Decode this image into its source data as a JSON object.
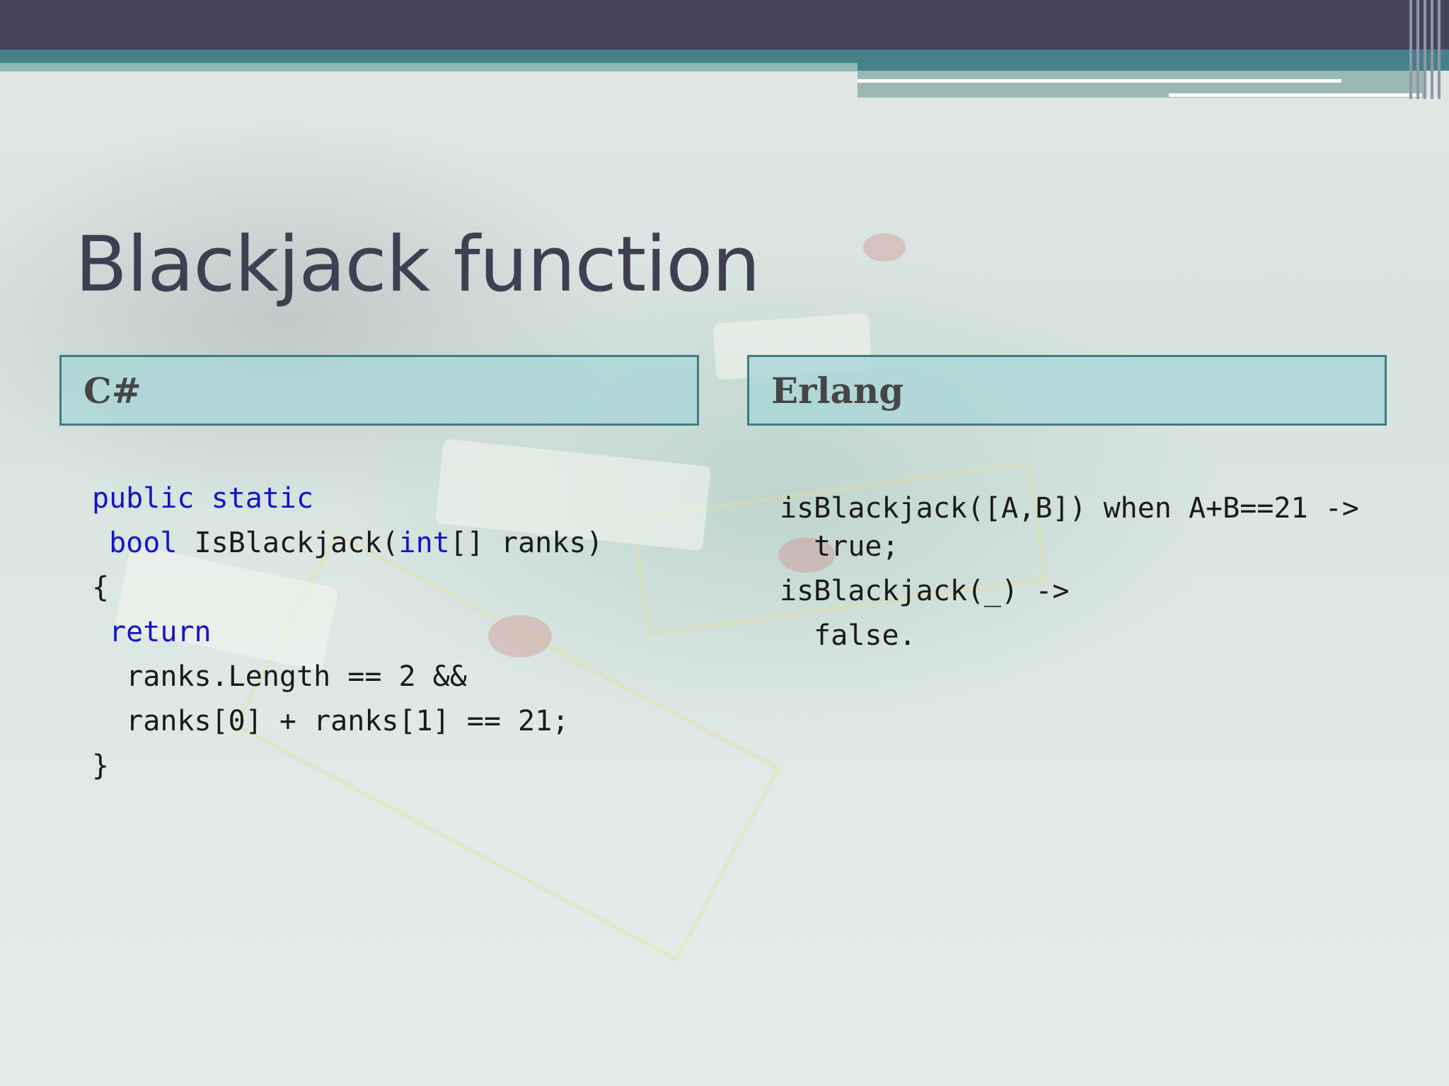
{
  "slide": {
    "title": "Blackjack function"
  },
  "columns": [
    {
      "header": "C#",
      "language": "csharp",
      "code": [
        [
          {
            "text": "public static",
            "kw": true
          }
        ],
        [
          {
            "text": " "
          },
          {
            "text": "bool",
            "kw": true
          },
          {
            "text": " IsBlackjack("
          },
          {
            "text": "int",
            "kw": true
          },
          {
            "text": "[] ranks)"
          }
        ],
        [
          {
            "text": "{"
          }
        ],
        [
          {
            "text": " "
          },
          {
            "text": "return",
            "kw": true
          }
        ],
        [
          {
            "text": "  ranks.Length == 2 &&"
          }
        ],
        [
          {
            "text": "  ranks[0] + ranks[1] == 21;"
          }
        ],
        [
          {
            "text": "}"
          }
        ]
      ]
    },
    {
      "header": "Erlang",
      "language": "erlang",
      "code": [
        [
          {
            "text": "isBlackjack([A,B]) when A+B==21 ->"
          }
        ],
        [
          {
            "text": "  true;"
          }
        ],
        [
          {
            "text": "isBlackjack(_) ->"
          }
        ],
        [
          {
            "text": "  false."
          }
        ]
      ]
    }
  ],
  "colors": {
    "keyword": "#1414c8",
    "title": "#3f3f52",
    "header_fill": "#a8d6d8",
    "header_border": "#3f7c82",
    "top_bar": "#45445a",
    "teal_band": "#468088"
  }
}
